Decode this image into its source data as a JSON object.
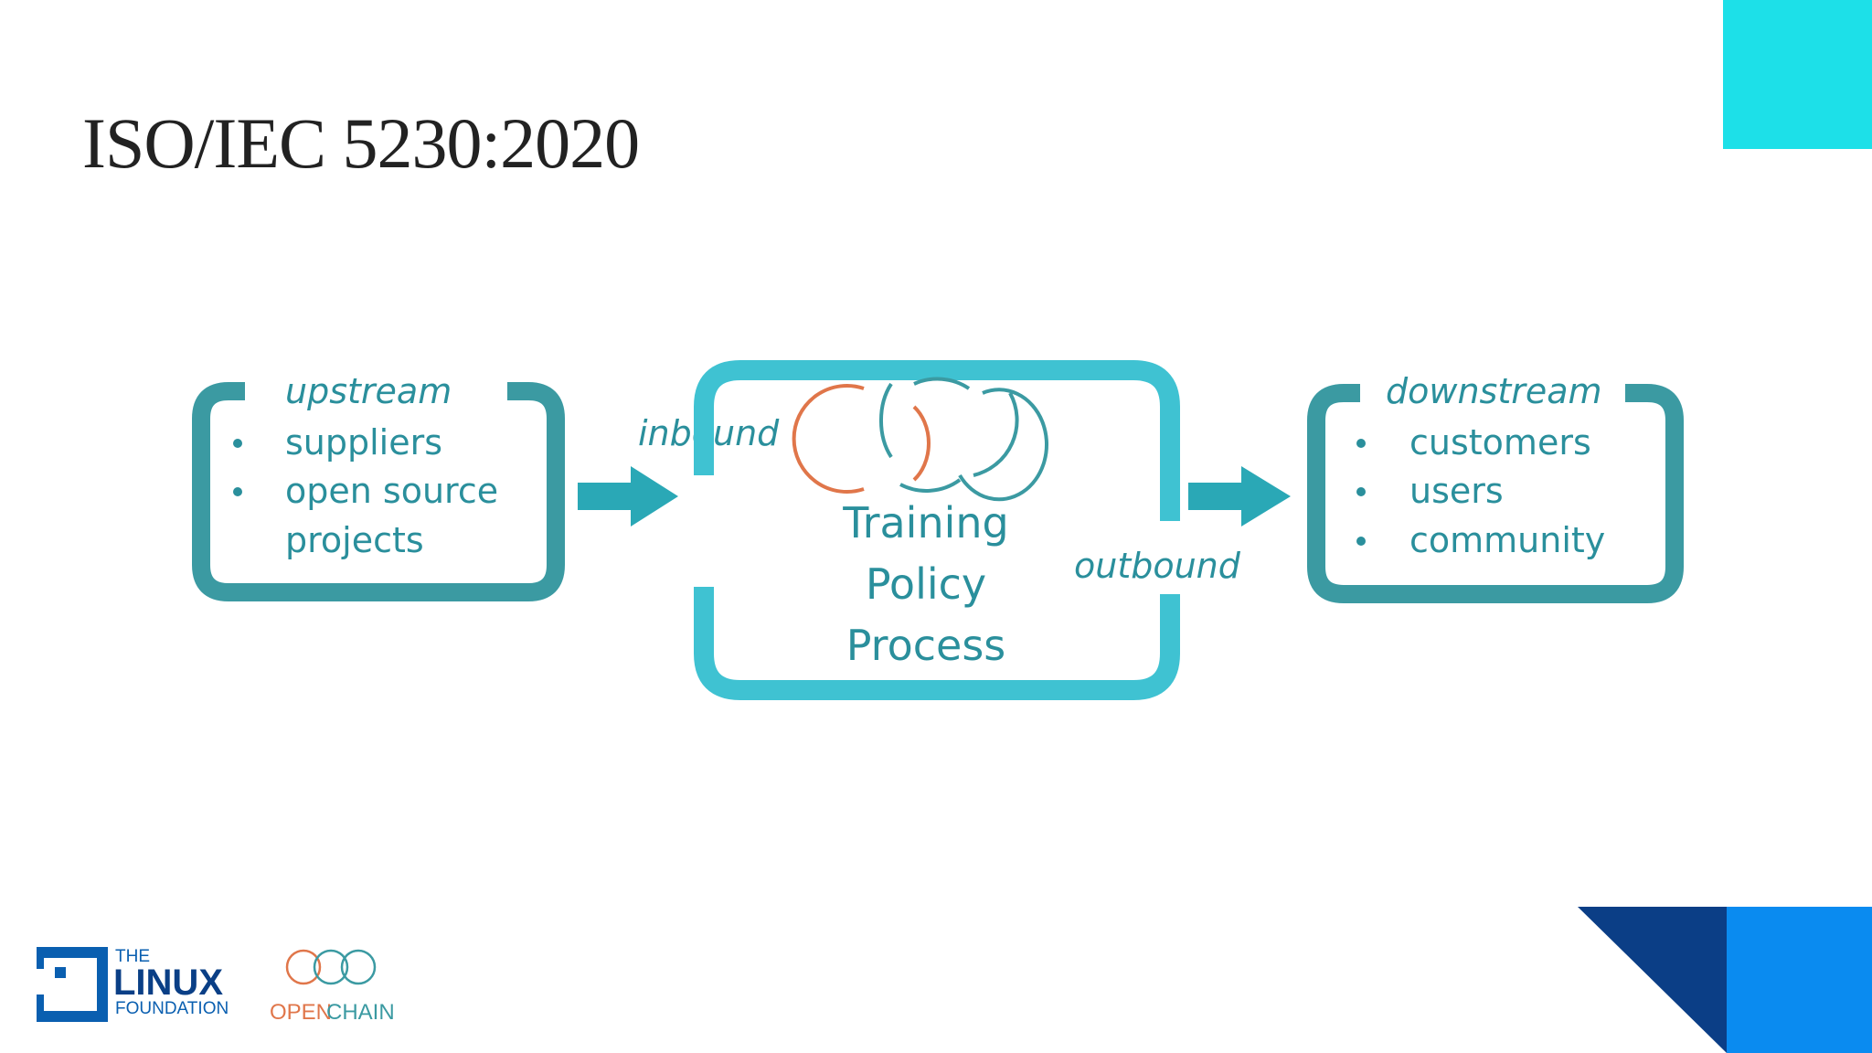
{
  "slide": {
    "title": "ISO/IEC 5230:2020"
  },
  "diagram": {
    "upstream": {
      "header": "upstream",
      "items": [
        "suppliers",
        "open source",
        "projects"
      ]
    },
    "inbound_label": "inbound",
    "center": {
      "lines": [
        "Training",
        "Policy",
        "Process"
      ]
    },
    "outbound_label": "outbound",
    "downstream": {
      "header": "downstream",
      "items": [
        "customers",
        "users",
        "community"
      ]
    }
  },
  "footer": {
    "linux_foundation": [
      "THE",
      "LINUX",
      "FOUNDATION"
    ],
    "openchain": [
      "OPEN",
      "CHAIN"
    ]
  },
  "colors": {
    "teal_dark": "#3b9aa2",
    "teal_light": "#3fc2d2",
    "teal_text": "#2a8f9c",
    "orange": "#e0764a",
    "accent_cyan": "#1de0e8",
    "accent_navy": "#0b3e86",
    "accent_blue": "#0a8bf0"
  }
}
